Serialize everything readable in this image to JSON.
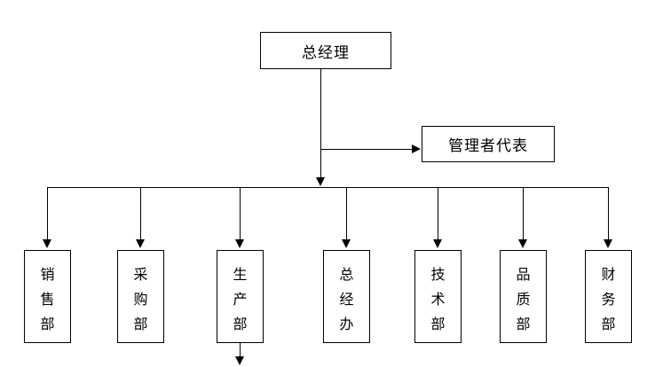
{
  "diagram": {
    "type": "organization-chart",
    "title": "",
    "background_color": "#ffffff",
    "line_color": "#000000",
    "text_color": "#000000",
    "root": {
      "id": "general-manager",
      "label": "总经理"
    },
    "staff": {
      "id": "management-representative",
      "label": "管理者代表"
    },
    "departments": [
      {
        "id": "sales-department",
        "label": "销售部",
        "chars": [
          "销",
          "售",
          "部"
        ]
      },
      {
        "id": "purchasing-department",
        "label": "采购部",
        "chars": [
          "采",
          "购",
          "部"
        ]
      },
      {
        "id": "production-department",
        "label": "生产部",
        "chars": [
          "生",
          "产",
          "部"
        ]
      },
      {
        "id": "gm-office",
        "label": "总经办",
        "chars": [
          "总",
          "经",
          "办"
        ]
      },
      {
        "id": "technical-department",
        "label": "技术部",
        "chars": [
          "技",
          "术",
          "部"
        ]
      },
      {
        "id": "quality-department",
        "label": "品质部",
        "chars": [
          "品",
          "质",
          "部"
        ]
      },
      {
        "id": "finance-department",
        "label": "财务部",
        "chars": [
          "财",
          "务",
          "部"
        ]
      }
    ]
  }
}
